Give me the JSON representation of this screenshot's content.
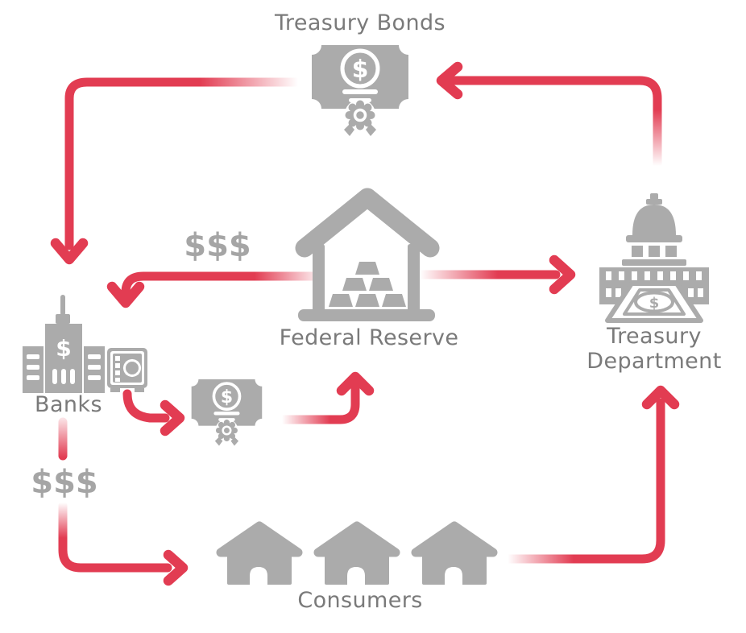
{
  "diagram": {
    "nodes": {
      "treasury_bonds": {
        "label": "Treasury Bonds",
        "icon": "bond-certificate-icon"
      },
      "federal_reserve": {
        "label": "Federal Reserve",
        "icon": "reserve-bank-gold-bars-icon"
      },
      "treasury_department": {
        "lines": [
          "Treasury",
          "Department"
        ],
        "icon": "capitol-building-dollar-icon"
      },
      "banks": {
        "label": "Banks",
        "icon": "bank-buildings-vault-icon"
      },
      "bond_note": {
        "icon": "bond-certificate-icon"
      },
      "consumers": {
        "label": "Consumers",
        "icon": "three-houses-icon"
      }
    },
    "money_labels": [
      {
        "text": "$$$",
        "between": "federal_reserve-banks"
      },
      {
        "text": "$$$",
        "between": "banks-consumers"
      }
    ],
    "flows": [
      {
        "from": "Treasury Bonds",
        "to": "Banks"
      },
      {
        "from": "Treasury Department",
        "to": "Treasury Bonds"
      },
      {
        "from": "Federal Reserve",
        "to": "Banks",
        "label": "$$$"
      },
      {
        "from": "Federal Reserve",
        "to": "Treasury Department"
      },
      {
        "from": "Banks",
        "to": "Bond note"
      },
      {
        "from": "Bond note",
        "to": "Federal Reserve"
      },
      {
        "from": "Banks",
        "to": "Consumers",
        "label": "$$$"
      },
      {
        "from": "Consumers",
        "to": "Treasury Department"
      }
    ]
  },
  "glyphs": {
    "dollar": "$"
  },
  "colors": {
    "arrow": "#e23c52",
    "icon": "#ababab",
    "label": "#7a7a7a",
    "money": "#a5a5a5",
    "background": "#ffffff"
  }
}
